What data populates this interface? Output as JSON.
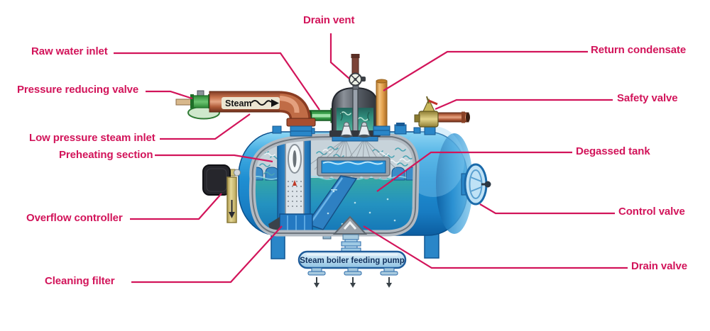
{
  "diagram_type": "deaerator-degassed-tank-schematic",
  "colors": {
    "label_text": "#d2145a",
    "leader_line": "#d2145a",
    "tank_blue": "#1f8fd2",
    "degassed_water_teal": "#2a9fae",
    "dome_gray": "#585e66",
    "steam_pipe_copper": "#c5714c",
    "condensate_orange": "#e3a14c",
    "valve_green": "#3f9f46",
    "safety_valve_brass": "#d2c268",
    "overflow_box_black": "#26262c",
    "overflow_pipe_yellow": "#d6c87e",
    "pump_light_blue": "#c6e2f2",
    "pump_text_navy": "#10305c"
  },
  "callouts": {
    "drain_vent": "Drain vent",
    "raw_water_inlet": "Raw water inlet",
    "pressure_reducing_valve": "Pressure reducing valve",
    "low_pressure_steam_inlet": "Low pressure steam inlet",
    "preheating_section": "Preheating section",
    "overflow_controller": "Overflow controller",
    "cleaning_filter": "Cleaning filter",
    "return_condensate": "Return condensate",
    "safety_valve": "Safety valve",
    "degassed_tank": "Degassed tank",
    "control_valve": "Control valve",
    "drain_valve": "Drain valve"
  },
  "diagram_texts": {
    "steam_flow": "Steam",
    "pump": "Steam boiler feeding pump"
  }
}
